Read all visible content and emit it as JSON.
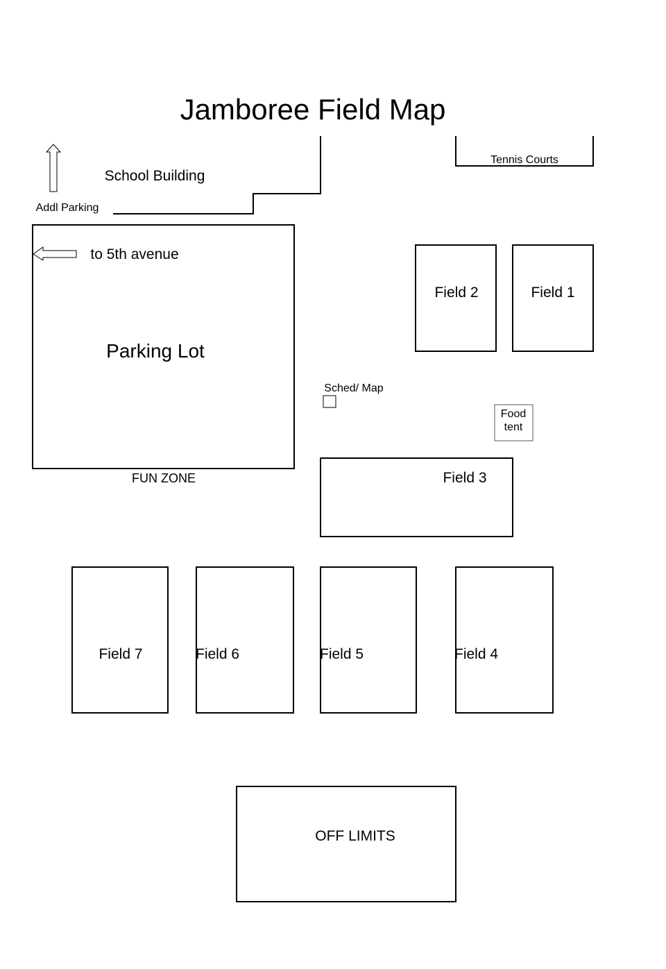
{
  "title": "Jamboree Field Map",
  "colors": {
    "line": "#000000",
    "thin_line": "#555555",
    "background": "#ffffff"
  },
  "labels": {
    "tennis_courts": "Tennis Courts",
    "school_building": "School Building",
    "addl_parking": "Addl Parking",
    "to_5th_avenue": "to 5th avenue",
    "parking_lot": "Parking Lot",
    "fun_zone": "FUN ZONE",
    "sched_map": "Sched/ Map",
    "food_tent_line1": "Food",
    "food_tent_line2": "tent",
    "off_limits": "OFF LIMITS"
  },
  "fields": {
    "field_1": "Field 1",
    "field_2": "Field 2",
    "field_3": "Field 3",
    "field_4": "Field 4",
    "field_5": "Field 5",
    "field_6": "Field 6",
    "field_7": "Field 7"
  },
  "icons": {
    "north_arrow": "arrow-up-icon",
    "direction_arrow": "arrow-left-icon",
    "sched_box": "square-icon"
  }
}
